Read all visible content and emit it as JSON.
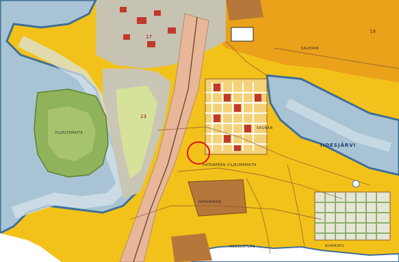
{
  "map": {
    "labels": {
      "lake": "IIDESJÄRVI",
      "fields": "HATANPÄÄN VILJELMÄMAITA",
      "south": "MESSUKYLÄN",
      "southeast": "RIIHIKATU",
      "area_northeast": "KALEVAN",
      "area_east": "SAUNAN",
      "south_central": "HATANPÄÄN",
      "west_block": "VILJELYSMAITA",
      "num_north": "17",
      "num_northeast": "19",
      "num_west": "23"
    },
    "marker": {
      "shape": "circle",
      "color": "#e01010"
    },
    "colors": {
      "water": "#a8c4d4",
      "water_edge": "#3f6f98",
      "fields_yellow": "#f3c21a",
      "land_orange": "#eaa21a",
      "brown_plots": "#b7773a",
      "park_green": "#8fb35a",
      "pale_green": "#d6e29a",
      "urban_gray": "#c7c3b2",
      "railway_pink": "#e8b79a",
      "roads": "#8b5a2b",
      "blocks_red": "#c0392b"
    }
  }
}
